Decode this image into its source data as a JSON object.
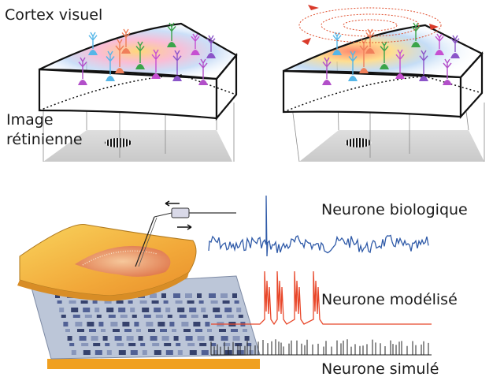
{
  "labels": {
    "visual_cortex": "Cortex visuel",
    "retinal_image_line1": "Image",
    "retinal_image_line2": "rétinienne",
    "biological_neuron": "Neurone biologique",
    "modeled_neuron": "Neurone modélisé",
    "simulated_neuron": "Neurone simulé"
  },
  "colors": {
    "biological_trace": "#2f5aa8",
    "modeled_trace": "#e8472a",
    "simulated_trace": "#222222",
    "tissue_slice": "#f3b640",
    "chip_base": "#f0a020",
    "electrode_arrow": "#d93a2a"
  },
  "neuron_colors": [
    "#b24fc9",
    "#55b6e8",
    "#f07f5a",
    "#3aa44a",
    "#c64fd1",
    "#8b55c9"
  ]
}
